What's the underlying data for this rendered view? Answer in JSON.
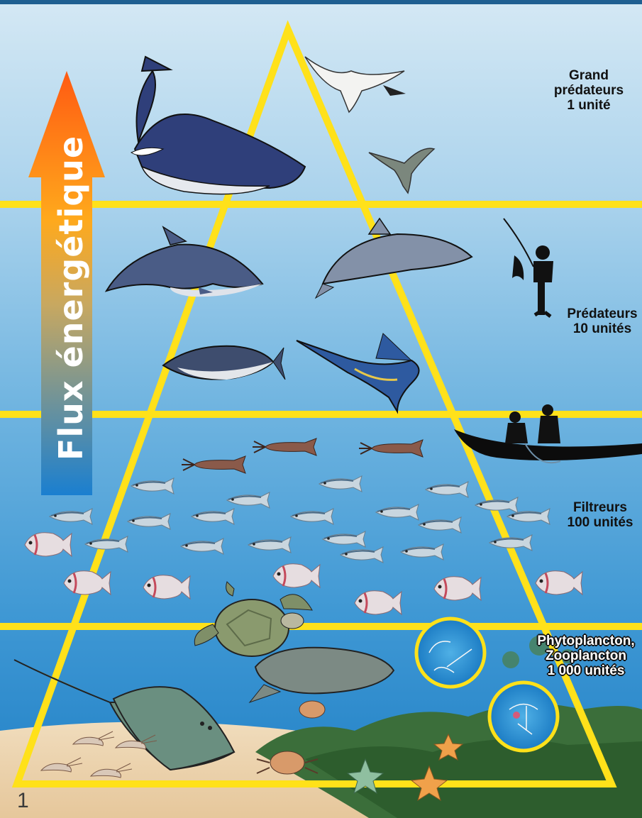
{
  "energy_arrow": {
    "label": "Flux énergétique"
  },
  "levels": [
    {
      "id": "top",
      "lines": [
        "Grand",
        "prédateurs",
        "1 unité"
      ]
    },
    {
      "id": "predators",
      "lines": [
        "Prédateurs",
        "10 unités"
      ]
    },
    {
      "id": "filters",
      "lines": [
        "Filtreurs",
        "100 unités"
      ]
    },
    {
      "id": "plankton",
      "lines": [
        "Phytoplancton,",
        "Zooplancton",
        "1 000 unités"
      ]
    }
  ],
  "page_number": "1",
  "colors": {
    "band_line": "#ffe11a",
    "sky_top": "#cfe4f2",
    "deep_water": "#0b5f9e",
    "sand": "#ecd3ad",
    "arrow_top": "#ff5a12",
    "arrow_bottom": "#1a7fd0"
  },
  "icons": [
    "humpback-whale-icon",
    "gannet-icon",
    "gull-icon",
    "dolphin-icon",
    "shark-icon",
    "fisherman-icon",
    "tuna-icon",
    "marlin-icon",
    "canoe-fishermen-icon",
    "squid-icon",
    "sardine-icon",
    "bream-icon",
    "sea-turtle-icon",
    "manatee-icon",
    "stingray-icon",
    "plankton-magnifier-icon",
    "crab-icon",
    "starfish-icon",
    "shrimp-icon",
    "mangrove-icon"
  ]
}
